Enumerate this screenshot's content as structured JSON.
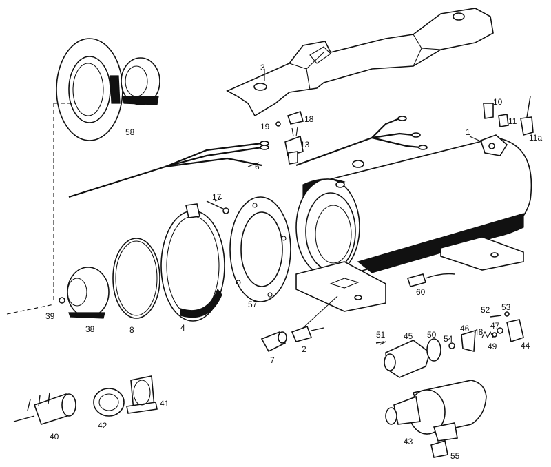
{
  "labels": {
    "l1": "1",
    "l2": "2",
    "l3": "3",
    "l4": "4",
    "l6": "6",
    "l7": "7",
    "l8": "8",
    "l10": "10",
    "l11": "11",
    "l11a": "11a",
    "l13": "13",
    "l17": "17",
    "l18": "18",
    "l19": "19",
    "l38": "38",
    "l39": "39",
    "l40": "40",
    "l41": "41",
    "l42": "42",
    "l43": "43",
    "l44": "44",
    "l45": "45",
    "l46": "46",
    "l47": "47",
    "l48": "48",
    "l49": "49",
    "l50": "50",
    "l51": "51",
    "l52": "52",
    "l53": "53",
    "l54": "54",
    "l55": "55",
    "l57": "57",
    "l58": "58",
    "l60": "60"
  }
}
